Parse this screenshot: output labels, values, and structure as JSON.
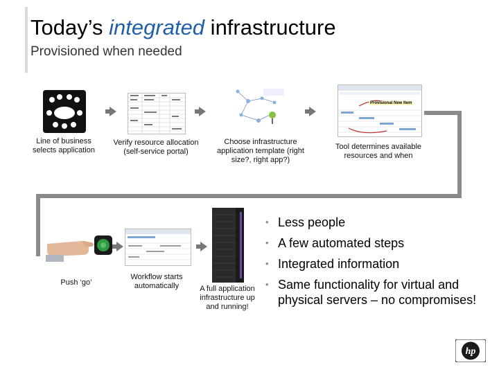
{
  "header": {
    "title_pre": "Today’s ",
    "title_highlight": "integrated",
    "title_post": " infrastructure",
    "subtitle": "Provisioned when needed"
  },
  "steps": [
    {
      "caption": "Line of business selects application"
    },
    {
      "caption": "Verify resource allocation (self-service portal)"
    },
    {
      "caption": "Choose infrastructure application template (right size?, right app?)"
    },
    {
      "caption": "Tool determines available resources and when"
    },
    {
      "caption": "Push ‘go’"
    },
    {
      "caption": "Workflow starts automatically"
    },
    {
      "caption": "A full application infrastructure up and running!"
    }
  ],
  "screen_banner": "Provisional New Item",
  "bullets": [
    "Less people",
    "A few automated steps",
    "Integrated information",
    "Same functionality for virtual and physical servers – no compromises!"
  ],
  "bullet_glyph": "•",
  "logo_text": "hp",
  "colors": {
    "accent": "#1f5fa8",
    "logo": "#1a1a1a",
    "flow_line": "#8a8a8a"
  }
}
